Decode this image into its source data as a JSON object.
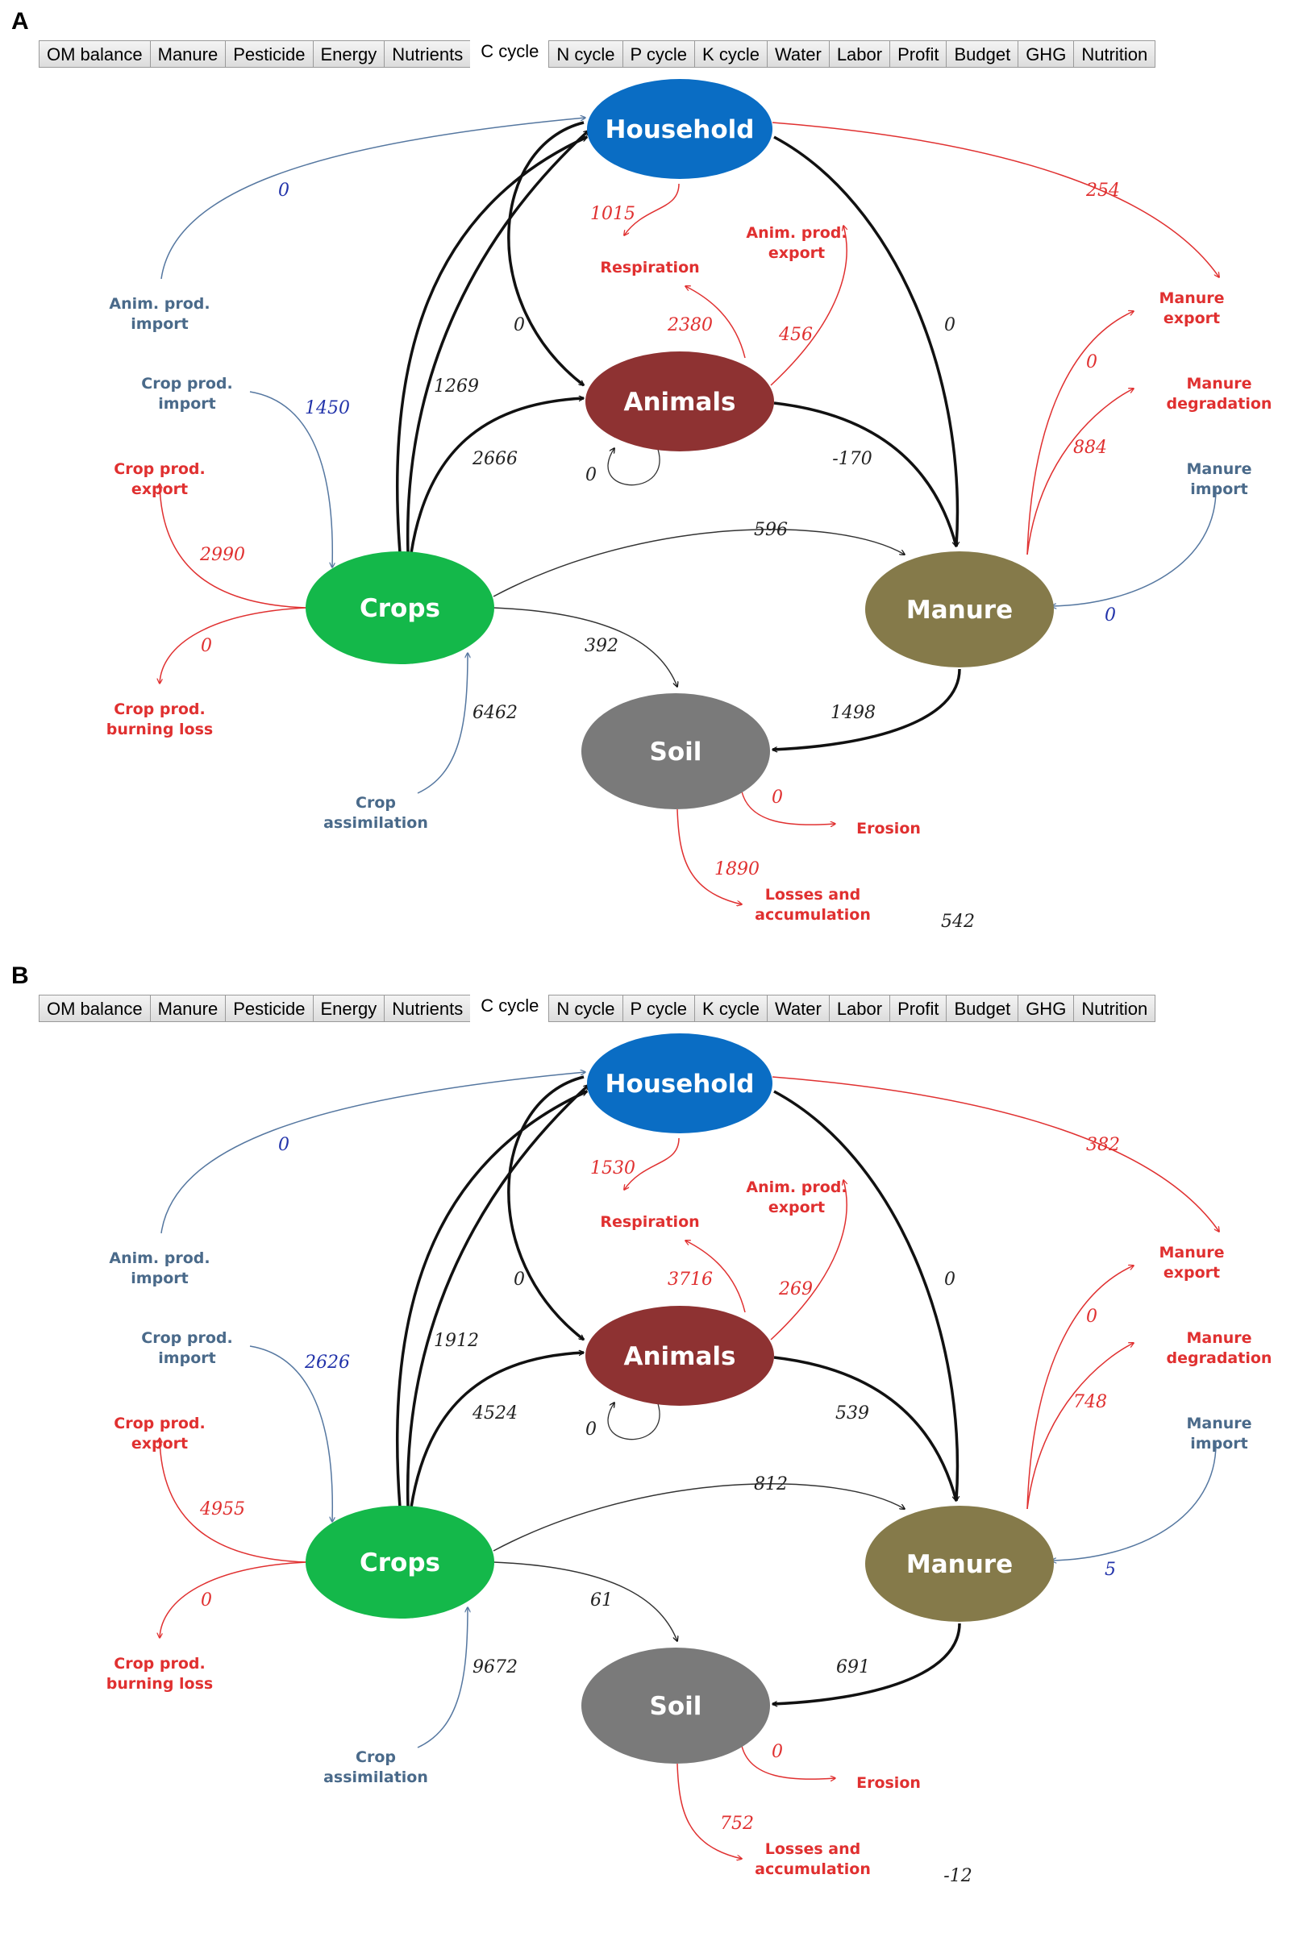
{
  "tabs": [
    "OM balance",
    "Manure",
    "Pesticide",
    "Energy",
    "Nutrients",
    "C cycle",
    "N cycle",
    "P cycle",
    "K cycle",
    "Water",
    "Labor",
    "Profit",
    "Budget",
    "GHG",
    "Nutrition"
  ],
  "active_tab": "C cycle",
  "colors": {
    "household": "#0a6dc4",
    "animals": "#8e3232",
    "crops": "#14b84a",
    "manure": "#857a4a",
    "soil": "#7a7a7a",
    "flow_red": "#e03030",
    "flow_blue": "#5577a0",
    "flow_black": "#111111"
  },
  "nodes": {
    "household": "Household",
    "animals": "Animals",
    "crops": "Crops",
    "manure": "Manure",
    "soil": "Soil"
  },
  "labels": {
    "respiration": "Respiration",
    "anim_prod_export": [
      "Anim. prod.",
      "export"
    ],
    "manure_export": [
      "Manure",
      "export"
    ],
    "manure_degradation": [
      "Manure",
      "degradation"
    ],
    "manure_import": [
      "Manure",
      "import"
    ],
    "anim_prod_import": [
      "Anim. prod.",
      "import"
    ],
    "crop_prod_import": [
      "Crop prod.",
      "import"
    ],
    "crop_prod_export": [
      "Crop prod.",
      "export"
    ],
    "crop_prod_burning_loss": [
      "Crop prod.",
      "burning loss"
    ],
    "crop_assimilation": [
      "Crop",
      "assimilation"
    ],
    "erosion": "Erosion",
    "losses_accumulation": [
      "Losses and",
      "accumulation"
    ]
  },
  "panels": [
    {
      "letter": "A",
      "flows": {
        "anim_import": "0",
        "respiration": "1015",
        "manure_export": "254",
        "household_animals": "0",
        "household_manure": "0",
        "animals_respiration": "2380",
        "anim_export": "456",
        "crops_household": "1269",
        "crop_import": "1450",
        "crops_animals": "2666",
        "animals_self": "0",
        "animals_manure": "-170",
        "manure_export_alt": "0",
        "manure_degradation": "884",
        "crop_export": "2990",
        "crops_manure": "596",
        "manure_import": "0",
        "burning_loss": "0",
        "crops_soil": "392",
        "crop_assimilation": "6462",
        "manure_soil": "1498",
        "erosion": "0",
        "losses": "1890",
        "balance": "542"
      }
    },
    {
      "letter": "B",
      "flows": {
        "anim_import": "0",
        "respiration": "1530",
        "manure_export": "382",
        "household_animals": "0",
        "household_manure": "0",
        "animals_respiration": "3716",
        "anim_export": "269",
        "crops_household": "1912",
        "crop_import": "2626",
        "crops_animals": "4524",
        "animals_self": "0",
        "animals_manure": "539",
        "manure_export_alt": "0",
        "manure_degradation": "748",
        "crop_export": "4955",
        "crops_manure": "812",
        "manure_import": "5",
        "burning_loss": "0",
        "crops_soil": "61",
        "crop_assimilation": "9672",
        "manure_soil": "691",
        "erosion": "0",
        "losses": "752",
        "balance": "-12"
      }
    }
  ]
}
